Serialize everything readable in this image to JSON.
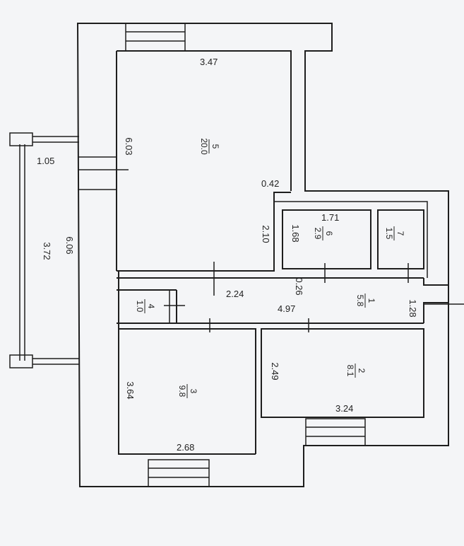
{
  "rooms": [
    {
      "id": "room-1",
      "number": "1",
      "area": "5.8"
    },
    {
      "id": "room-2",
      "number": "2",
      "area": "8.1"
    },
    {
      "id": "room-3",
      "number": "3",
      "area": "9.8"
    },
    {
      "id": "room-4",
      "number": "4",
      "area": "1.0"
    },
    {
      "id": "room-5",
      "number": "5",
      "area": "20.0"
    },
    {
      "id": "room-6",
      "number": "6",
      "area": "2.9"
    },
    {
      "id": "room-7",
      "number": "7",
      "area": "1.5"
    }
  ],
  "dimensions": {
    "room5_width": "3.47",
    "room5_length": "6.03",
    "balcony_width": "1.05",
    "balcony_length": "3.72",
    "outer_length": "6.06",
    "offset": "0.42",
    "bath_width": "1.71",
    "bath_depth": "2.10",
    "bath_inner": "1.68",
    "corridor_a": "2.24",
    "corridor_b": "0.26",
    "corridor_length": "4.97",
    "hall_depth": "1.28",
    "room2_length": "2.49",
    "room2_width": "3.24",
    "room3_length": "3.64",
    "room3_width": "2.68"
  },
  "colors": {
    "background": "#f4f5f7",
    "line": "#1e1e1e"
  }
}
